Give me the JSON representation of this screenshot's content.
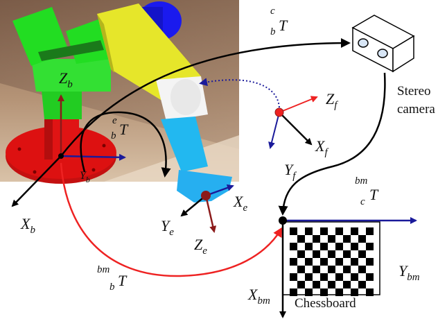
{
  "labels": {
    "zb": {
      "main": "Z",
      "sub": "b"
    },
    "yb": {
      "main": "Y",
      "sub": "b"
    },
    "xb": {
      "main": "X",
      "sub": "b"
    },
    "ze": {
      "main": "Z",
      "sub": "e"
    },
    "ye": {
      "main": "Y",
      "sub": "e"
    },
    "xe": {
      "main": "X",
      "sub": "e"
    },
    "zf": {
      "main": "Z",
      "sub": "f"
    },
    "yf": {
      "main": "Y",
      "sub": "f"
    },
    "xf": {
      "main": "X",
      "sub": "f"
    },
    "xbm": {
      "main": "X",
      "sub": "bm"
    },
    "ybm": {
      "main": "Y",
      "sub": "bm"
    }
  },
  "transforms": {
    "cbT": {
      "sup": "c",
      "main": "T",
      "sub": "b"
    },
    "ebT": {
      "sup": "e",
      "main": "T",
      "sub": "b"
    },
    "bmcT": {
      "sup": "bm",
      "main": "T",
      "sub": "c"
    },
    "bmbT": {
      "sup": "bm",
      "main": "T",
      "sub": "b"
    }
  },
  "camera_label": [
    "Stereo",
    "camera"
  ],
  "chessboard_label": "Chessboard",
  "colors": {
    "robot_base": "#dd1111",
    "robot_green": "#22dd22",
    "robot_yellow": "#e6e62a",
    "robot_blue": "#1a1aee",
    "robot_cyan": "#22b8f0",
    "axis_red": "#8b1a1a",
    "axis_blue": "#1a1a9a",
    "axis_black": "#000000",
    "axis_brightred": "#ee2222",
    "curve_red": "#ee2222",
    "curve_blue_dotted": "#1a1a9a"
  }
}
